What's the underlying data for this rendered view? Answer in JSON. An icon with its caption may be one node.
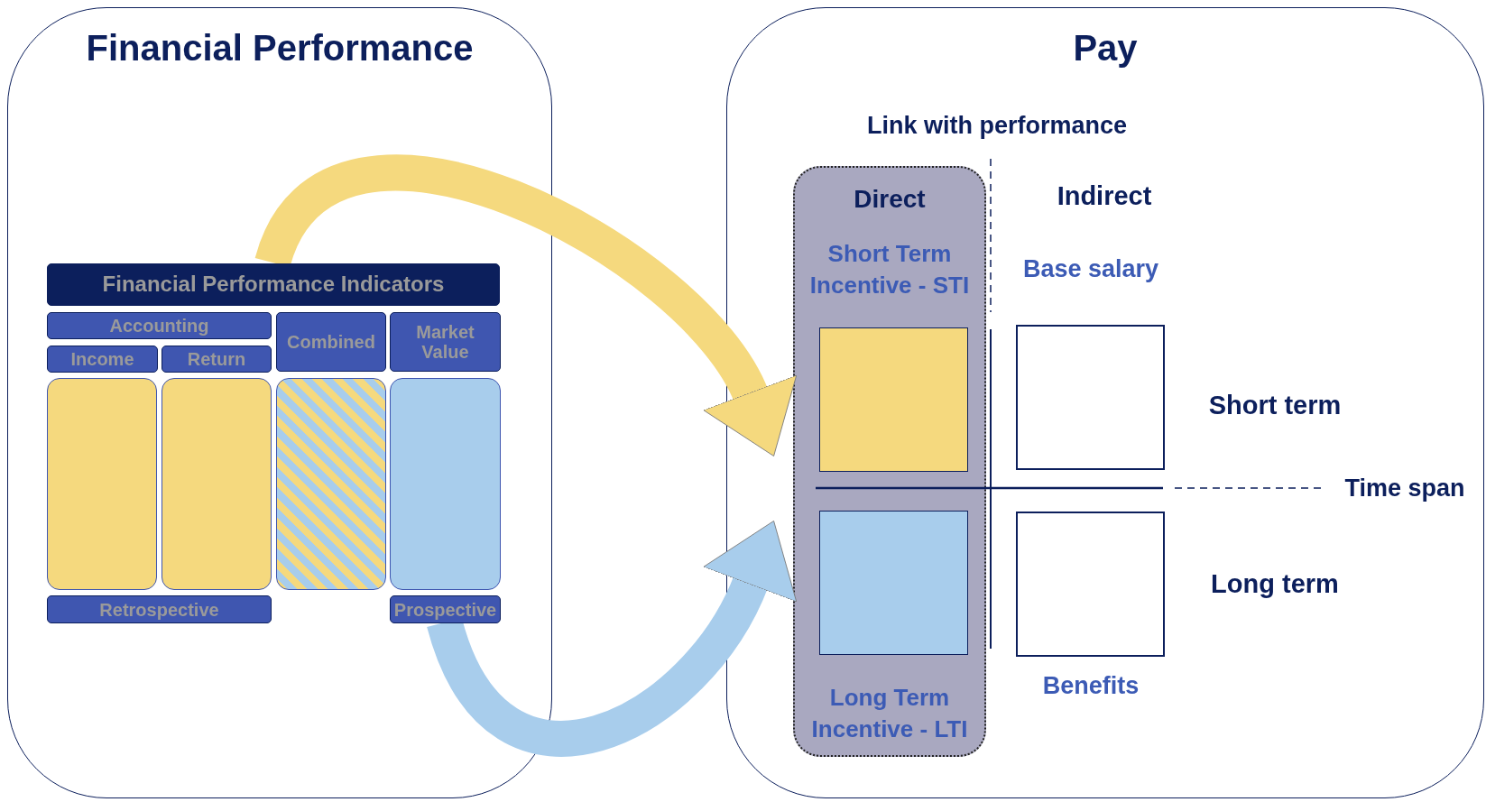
{
  "diagram": {
    "nodes": [
      {
        "text": [
          "Financial Performance"
        ]
      },
      {
        "text": [
          "Financial Performance Indicators"
        ],
        "in": 0
      },
      {
        "text": [
          "Accounting"
        ],
        "in": 0
      },
      {
        "text": [
          "Income"
        ],
        "in": 0
      },
      {
        "text": [
          "Return"
        ],
        "in": 0
      },
      {
        "text": [
          "Combined"
        ],
        "in": 0
      },
      {
        "text": [
          "Market Value"
        ],
        "in": 0
      },
      {
        "text": [],
        "shape": "box",
        "in": 0
      },
      {
        "text": [],
        "shape": "box",
        "in": 0
      },
      {
        "text": [],
        "shape": "box",
        "in": 0
      },
      {
        "text": [],
        "shape": "box",
        "in": 0
      },
      {
        "text": [
          "Retrospective"
        ],
        "in": 0
      },
      {
        "text": [
          "Prospective"
        ],
        "in": 0
      },
      {
        "text": [
          "Pay"
        ]
      },
      {
        "text": [
          "Direct",
          "Short Term Incentive - STI",
          "Long Term Incentive - LTI"
        ],
        "in": 13
      },
      {
        "text": [],
        "shape": "box",
        "in": 14
      },
      {
        "text": [],
        "shape": "box",
        "in": 14
      },
      {
        "text": [
          "Base salary"
        ],
        "in": 13
      },
      {
        "text": [
          "Benefits"
        ],
        "in": 13
      }
    ],
    "edges": [
      {
        "from": 1,
        "to": 15,
        "arrow": "to",
        "color": "#f5d97e"
      },
      {
        "from": 12,
        "to": 16,
        "arrow": "to",
        "color": "#a8cdec"
      }
    ],
    "labels": [
      "Link with performance",
      "Indirect",
      "Short term",
      "Time span",
      "Long term"
    ]
  }
}
